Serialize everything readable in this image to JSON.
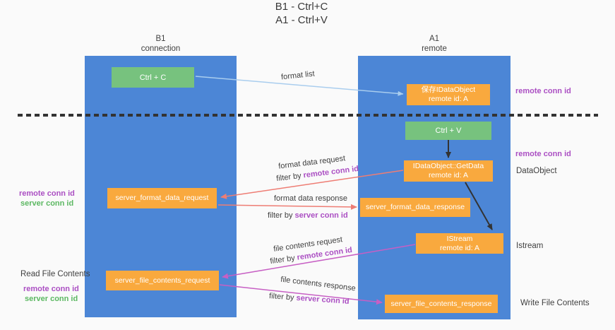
{
  "title": {
    "line1": "B1 - Ctrl+C",
    "line2": "A1 - Ctrl+V"
  },
  "columns": {
    "left": {
      "name": "B1",
      "role": "connection"
    },
    "right": {
      "name": "A1",
      "role": "remote"
    }
  },
  "boxes": {
    "ctrl_c": {
      "label": "Ctrl + C"
    },
    "ctrl_v": {
      "label": "Ctrl + V"
    },
    "save_dataobject": {
      "line1": "保存IDataObject",
      "line2": "remote id: A"
    },
    "getdata": {
      "line1": "IDataObject::GetData",
      "line2": "remote id: A"
    },
    "istream": {
      "line1": "IStream",
      "line2": "remote id: A"
    },
    "server_format_data_request": {
      "label": "server_format_data_request"
    },
    "server_format_data_response": {
      "label": "server_format_data_response"
    },
    "server_file_contents_request": {
      "label": "server_file_contents_request"
    },
    "server_file_contents_response": {
      "label": "server_file_contents_response"
    }
  },
  "flow_labels": {
    "format_list": "format list",
    "format_data_request": "format data request",
    "format_data_response": "format data response",
    "file_contents_request": "file contents request",
    "file_contents_response": "file contents response",
    "filter_by": "filter by ",
    "remote_conn_id": "remote conn id",
    "server_conn_id": "server conn id"
  },
  "side_labels": {
    "remote_conn_id": "remote conn id",
    "server_conn_id": "server conn id",
    "dataobject": "DataObject",
    "istream": "Istream",
    "read_file_contents": "Read File Contents",
    "write_file_contents": "Write File Contents"
  },
  "colors": {
    "background": "#fafafa",
    "lifeline_blue": "#4c86d6",
    "box_green": "#77c27e",
    "box_orange": "#f9a93e",
    "arrow_light_blue": "#a9cdee",
    "arrow_salmon": "#ee7d74",
    "arrow_magenta": "#c75fc4",
    "arrow_black": "#333333",
    "text_purple": "#ab4fc3",
    "text_green": "#5cb862",
    "text_dark": "#3f3f3f"
  }
}
